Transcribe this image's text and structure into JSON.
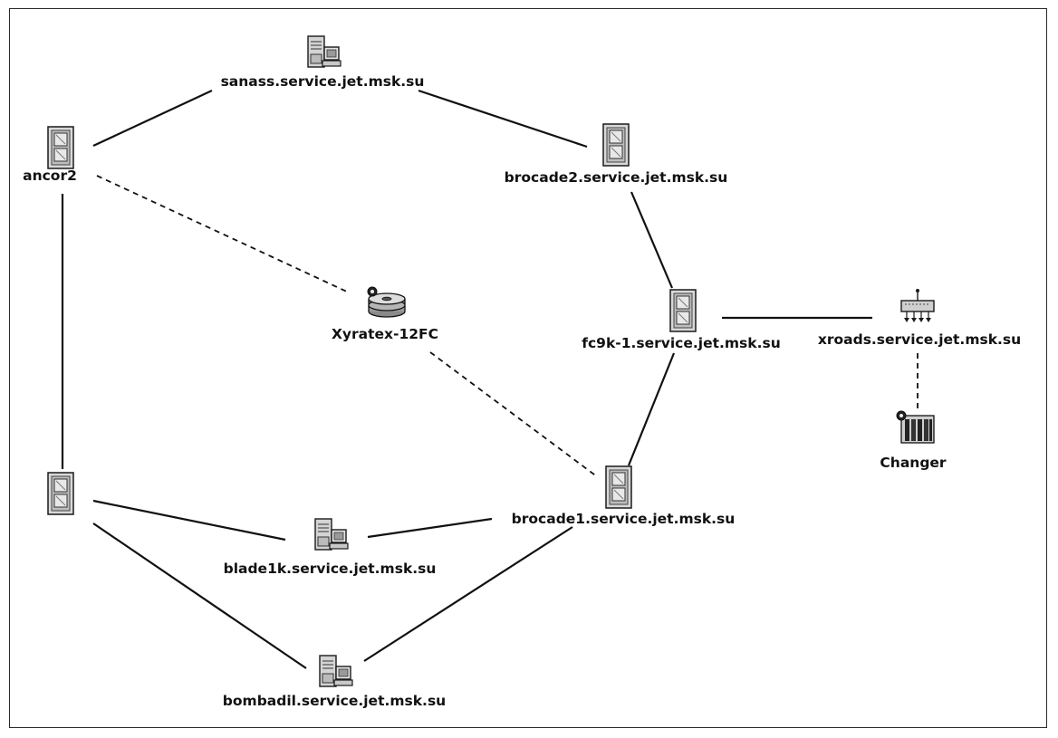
{
  "diagram": {
    "nodes": [
      {
        "id": "sanass",
        "label": "sanass.service.jet.msk.su",
        "icon": "server-icon"
      },
      {
        "id": "ancor2",
        "label": "ancor2",
        "icon": "switch-icon"
      },
      {
        "id": "brocade2",
        "label": "brocade2.service.jet.msk.su",
        "icon": "switch-icon"
      },
      {
        "id": "xyratex",
        "label": "Xyratex-12FC",
        "icon": "disk-array-icon"
      },
      {
        "id": "fc9k1",
        "label": "fc9k-1.service.jet.msk.su",
        "icon": "switch-icon"
      },
      {
        "id": "xroads",
        "label": "xroads.service.jet.msk.su",
        "icon": "router-icon"
      },
      {
        "id": "changer",
        "label": "Changer",
        "icon": "tape-library-icon"
      },
      {
        "id": "unnamed_switch",
        "label": "",
        "icon": "switch-icon"
      },
      {
        "id": "brocade1",
        "label": "brocade1.service.jet.msk.su",
        "icon": "switch-icon"
      },
      {
        "id": "blade1k",
        "label": "blade1k.service.jet.msk.su",
        "icon": "server-icon"
      },
      {
        "id": "bombadil",
        "label": "bombadil.service.jet.msk.su",
        "icon": "server-icon"
      }
    ],
    "links": [
      {
        "from": "ancor2",
        "to": "sanass",
        "style": "solid"
      },
      {
        "from": "sanass",
        "to": "brocade2",
        "style": "solid"
      },
      {
        "from": "brocade2",
        "to": "fc9k1",
        "style": "solid"
      },
      {
        "from": "fc9k1",
        "to": "xroads",
        "style": "solid"
      },
      {
        "from": "xroads",
        "to": "changer",
        "style": "dashed"
      },
      {
        "from": "fc9k1",
        "to": "brocade1",
        "style": "solid"
      },
      {
        "from": "ancor2",
        "to": "xyratex",
        "style": "dashed"
      },
      {
        "from": "xyratex",
        "to": "brocade1",
        "style": "dashed"
      },
      {
        "from": "ancor2",
        "to": "unnamed_switch",
        "style": "solid"
      },
      {
        "from": "unnamed_switch",
        "to": "blade1k",
        "style": "solid"
      },
      {
        "from": "blade1k",
        "to": "brocade1",
        "style": "solid"
      },
      {
        "from": "unnamed_switch",
        "to": "bombadil",
        "style": "solid"
      },
      {
        "from": "bombadil",
        "to": "brocade1",
        "style": "solid"
      }
    ]
  }
}
